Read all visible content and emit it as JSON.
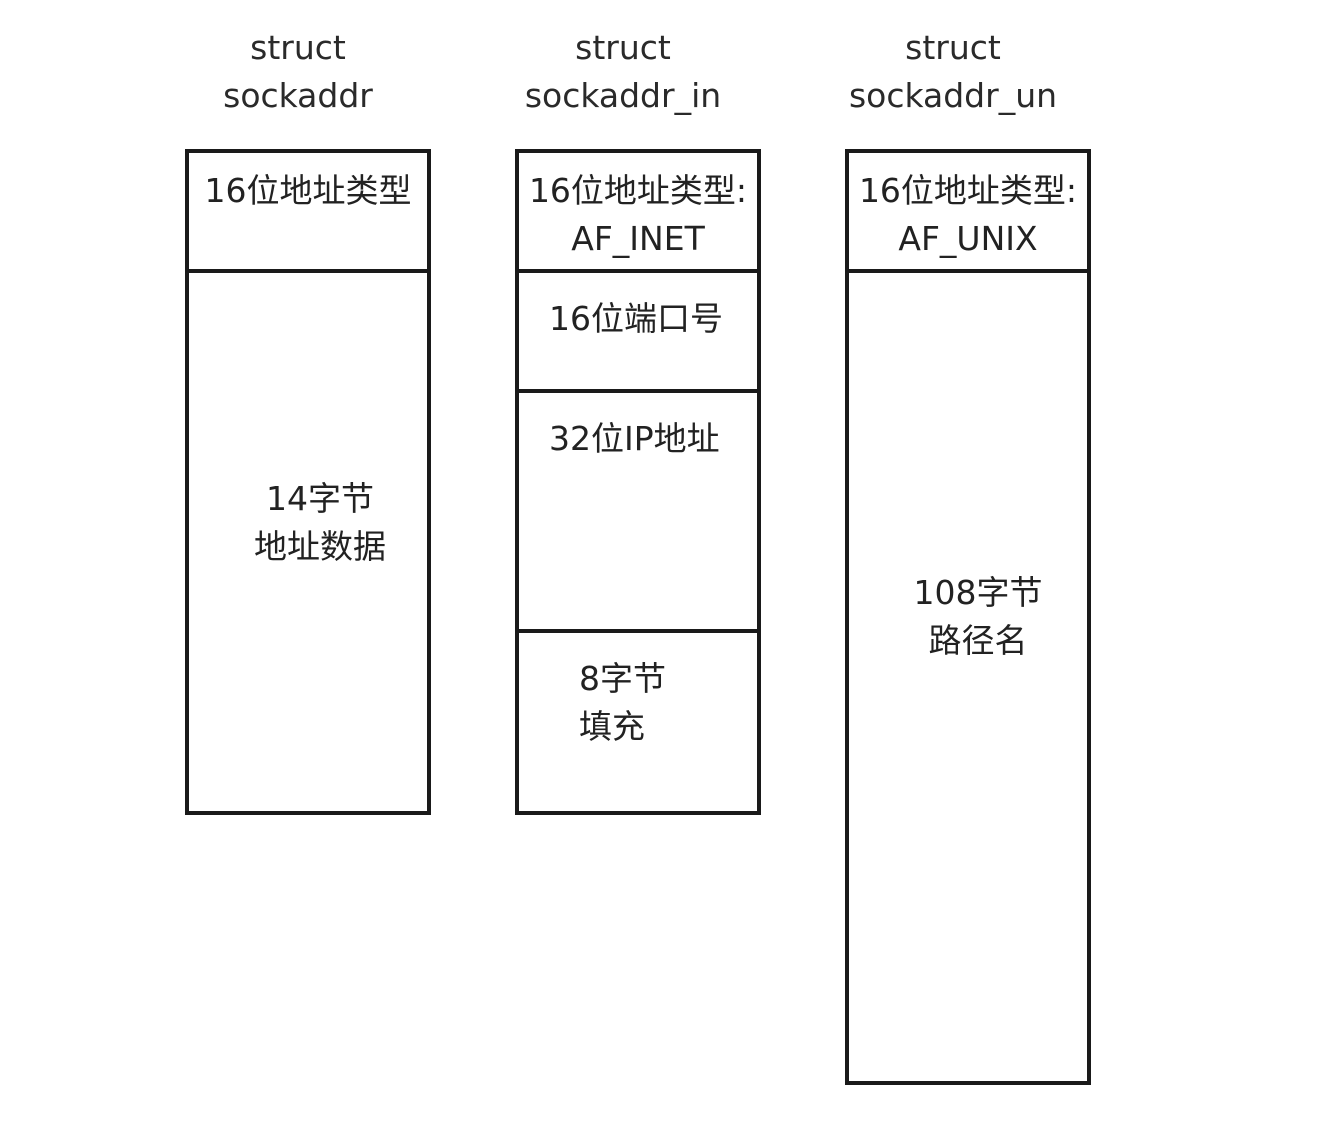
{
  "structs": [
    {
      "title": [
        "struct",
        "sockaddr"
      ],
      "fields": [
        {
          "lines": [
            "16位地址类型"
          ]
        },
        {
          "lines": [
            "14字节",
            "地址数据"
          ]
        }
      ]
    },
    {
      "title": [
        "struct",
        "sockaddr_in"
      ],
      "fields": [
        {
          "lines": [
            "16位地址类型:",
            "AF_INET"
          ]
        },
        {
          "lines": [
            "16位端口号"
          ]
        },
        {
          "lines": [
            "32位IP地址"
          ]
        },
        {
          "lines": [
            "8字节",
            "填充"
          ]
        }
      ]
    },
    {
      "title": [
        "struct",
        "sockaddr_un"
      ],
      "fields": [
        {
          "lines": [
            "16位地址类型:",
            "AF_UNIX"
          ]
        },
        {
          "lines": [
            "108字节",
            "路径名"
          ]
        }
      ]
    }
  ],
  "colors": {
    "border": "#1a1a1a",
    "text": "#222222",
    "background": "#ffffff"
  }
}
